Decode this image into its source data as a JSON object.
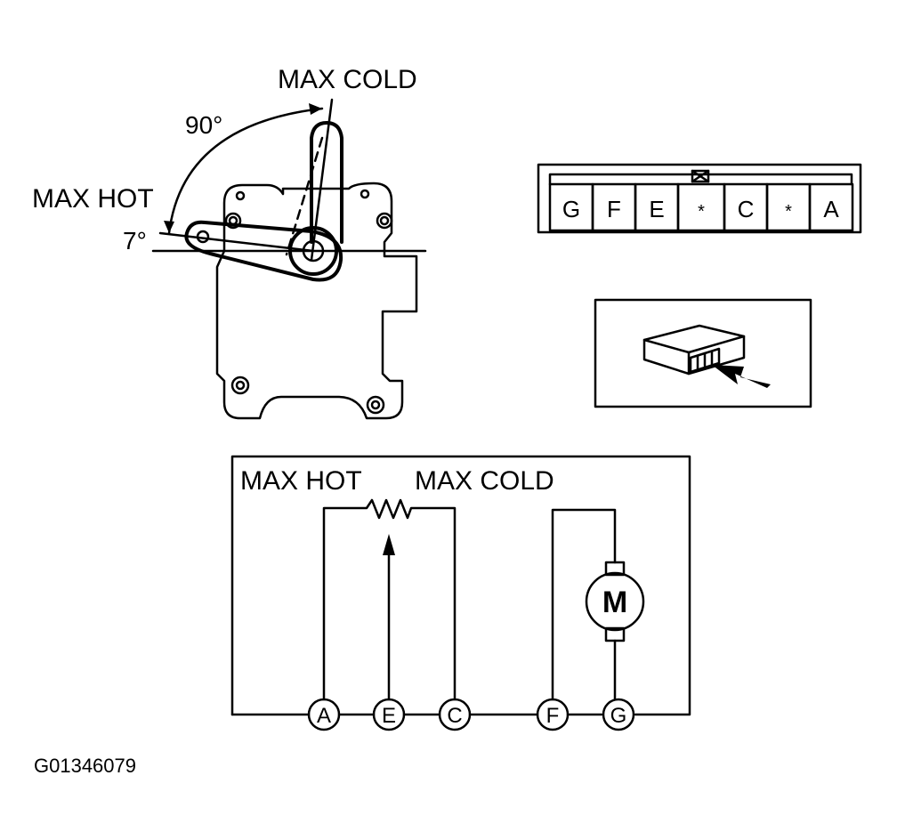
{
  "actuator": {
    "label_max_cold": "MAX COLD",
    "label_max_hot": "MAX HOT",
    "angle_total": "90°",
    "angle_offset": "7°"
  },
  "connector": {
    "pins": [
      "G",
      "F",
      "E",
      "*",
      "C",
      "*",
      "A"
    ]
  },
  "schematic": {
    "label_max_hot": "MAX HOT",
    "label_max_cold": "MAX COLD",
    "motor_symbol": "M",
    "terminals": [
      "A",
      "E",
      "C",
      "F",
      "G"
    ]
  },
  "figure_code": "G01346079"
}
